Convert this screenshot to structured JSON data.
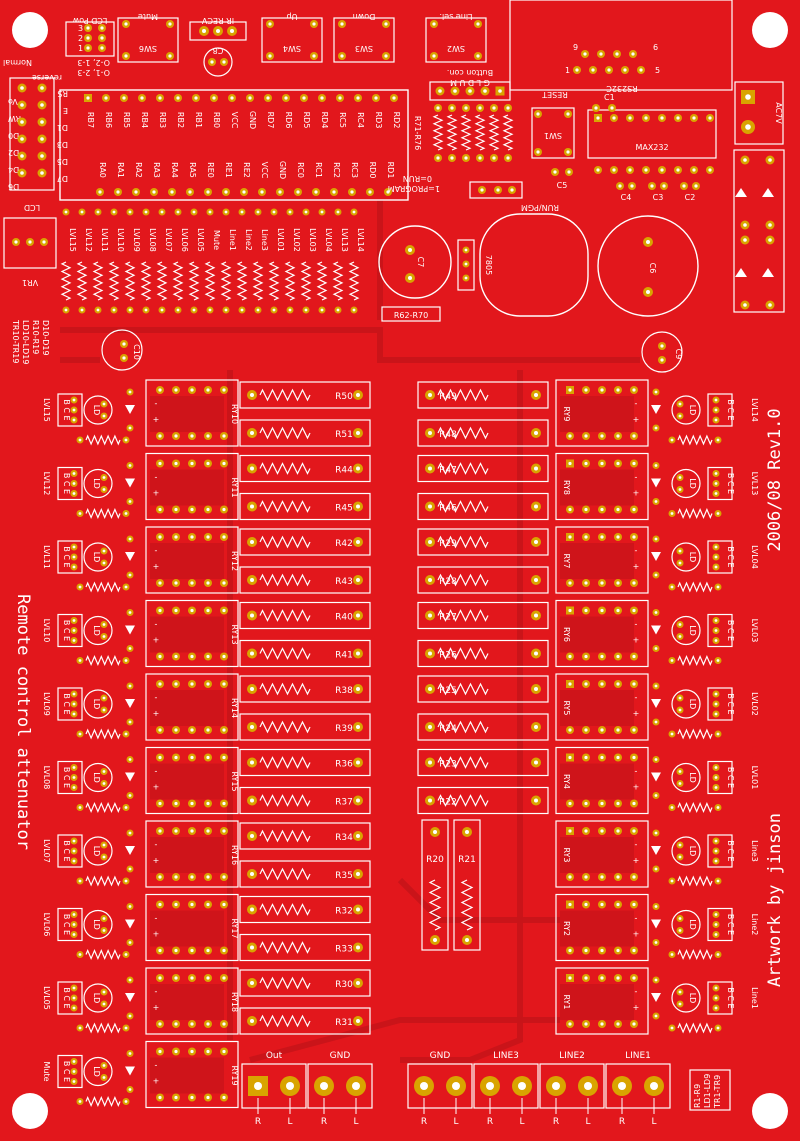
{
  "board": {
    "title": "Remote control attenuator",
    "date_rev": "2006/08 Rev1.0",
    "artwork": "Artwork by jinson",
    "colors": {
      "copper": "#e2171c",
      "silk": "#ffffff",
      "pad": "#d9a400",
      "trace": "#c8141a"
    }
  },
  "top": {
    "switches": [
      {
        "ref": "SW6",
        "label": "Mute"
      },
      {
        "ref": "SW4",
        "label": "Up"
      },
      {
        "ref": "SW3",
        "label": "Down"
      },
      {
        "ref": "SW2",
        "label": "Line sel."
      }
    ],
    "ir_recv": "IR RECV",
    "c8": "C8",
    "lcd_pow": "LCD Pow",
    "jp_pins": [
      "3",
      "2",
      "1"
    ],
    "normal": "Normal",
    "reverse": "reverse",
    "opt1": "O-1, 2-3",
    "opt2": "O-2, 1-3",
    "rs232c": "RS232C",
    "pin9": "9",
    "pin6": "6",
    "pin5": "5",
    "pin1": "1",
    "button_con": "Button con.",
    "gldum": "G  L  D  U  M",
    "reset": "RESET",
    "c1": "C1",
    "sw1": "SW1",
    "max232": "MAX232",
    "c4": "C4",
    "c3": "C3",
    "c2": "C2",
    "c5": "C5",
    "ac7v": "AC7V",
    "run_pgm": "RUN/PGM",
    "run0": "0=RUN",
    "prog1": "1=PROGRAM",
    "r71": "R71-R76",
    "r62": "R62-R70",
    "c7": "C7",
    "c6": "C6",
    "vr7805": "7805",
    "c10": "C10",
    "c9": "C9",
    "vr1": "VR1",
    "lcd": "LCD",
    "d10": "D10-D19",
    "r10": "R10-R19",
    "ld10": "LD10-LD19",
    "tr10": "TR10-TR19",
    "d1": "R1-R9",
    "ld1": "LD1-LD9",
    "tr1": "TR1-TR9",
    "lcd_pins_left": [
      "Vo",
      "RW",
      "D0",
      "D2",
      "D4",
      "D6"
    ],
    "lcd_pins_right": [
      "RS",
      "E",
      "D1",
      "D3",
      "D5",
      "D7"
    ],
    "pic_top": [
      "RB7",
      "RB6",
      "RB5",
      "RB4",
      "RB3",
      "RB2",
      "RB1",
      "RB0",
      "VCC",
      "GND",
      "RD7",
      "RD6",
      "RD5",
      "RD4",
      "RC5",
      "RC4",
      "RD3",
      "RD2"
    ],
    "pic_bot": [
      "RA0",
      "RA1",
      "RA2",
      "RA3",
      "RA4",
      "RA5",
      "RE0",
      "RE1",
      "RE2",
      "VCC",
      "GND",
      "RC0",
      "RC1",
      "RC2",
      "RC3",
      "RD0",
      "RD1"
    ],
    "lvl_pins": [
      "LVL15",
      "LVL12",
      "LVL11",
      "LVL10",
      "LVL09",
      "LVL08",
      "LVL07",
      "LVL06",
      "LVL05",
      "Mute",
      "Line1",
      "Line2",
      "Line3",
      "LVL01",
      "LVL02",
      "LVL03",
      "LVL04",
      "LVL13",
      "LVL14"
    ]
  },
  "left_rows": [
    {
      "lvl": "LVL15",
      "ry": "RY10",
      "r1": "R50",
      "r2": "R51"
    },
    {
      "lvl": "LVL12",
      "ry": "RY11",
      "r1": "R44",
      "r2": "R45"
    },
    {
      "lvl": "LVL11",
      "ry": "RY12",
      "r1": "R42",
      "r2": "R43"
    },
    {
      "lvl": "LVL10",
      "ry": "RY13",
      "r1": "R40",
      "r2": "R41"
    },
    {
      "lvl": "LVL09",
      "ry": "RY14",
      "r1": "R38",
      "r2": "R39"
    },
    {
      "lvl": "LVL08",
      "ry": "RY15",
      "r1": "R36",
      "r2": "R37"
    },
    {
      "lvl": "LVL07",
      "ry": "RY16",
      "r1": "R34",
      "r2": "R35"
    },
    {
      "lvl": "LVL06",
      "ry": "RY17",
      "r1": "R32",
      "r2": "R33"
    },
    {
      "lvl": "LVL05",
      "ry": "RY18",
      "r1": "R30",
      "r2": "R31"
    },
    {
      "lvl": "Mute",
      "ry": "RY19",
      "r1": "",
      "r2": ""
    }
  ],
  "right_rows": [
    {
      "lvl": "LVL14",
      "ry": "RY9",
      "r1": "R49",
      "r2": "R48"
    },
    {
      "lvl": "LVL13",
      "ry": "RY8",
      "r1": "R47",
      "r2": "R46"
    },
    {
      "lvl": "LVL04",
      "ry": "RY7",
      "r1": "R29",
      "r2": "R28"
    },
    {
      "lvl": "LVL03",
      "ry": "RY6",
      "r1": "R27",
      "r2": "R26"
    },
    {
      "lvl": "LVL02",
      "ry": "RY5",
      "r1": "R25",
      "r2": "R24"
    },
    {
      "lvl": "LVL01",
      "ry": "RY4",
      "r1": "R23",
      "r2": "R22"
    },
    {
      "lvl": "Line3",
      "ry": "RY3",
      "r1": "R20",
      "r2": "R21"
    },
    {
      "lvl": "Line2",
      "ry": "RY2",
      "r1": "",
      "r2": ""
    },
    {
      "lvl": "Line1",
      "ry": "RY1",
      "r1": "",
      "r2": ""
    }
  ],
  "bce": "B C E",
  "ld": "LD",
  "connectors": [
    {
      "name": "Out",
      "pins": [
        "R",
        "L"
      ]
    },
    {
      "name": "GND",
      "pins": [
        "R",
        "L"
      ]
    },
    {
      "name": "GND",
      "pins": [
        "R",
        "L"
      ]
    },
    {
      "name": "LINE3",
      "pins": [
        "R",
        "L"
      ]
    },
    {
      "name": "LINE2",
      "pins": [
        "R",
        "L"
      ]
    },
    {
      "name": "LINE1",
      "pins": [
        "R",
        "L"
      ]
    }
  ]
}
